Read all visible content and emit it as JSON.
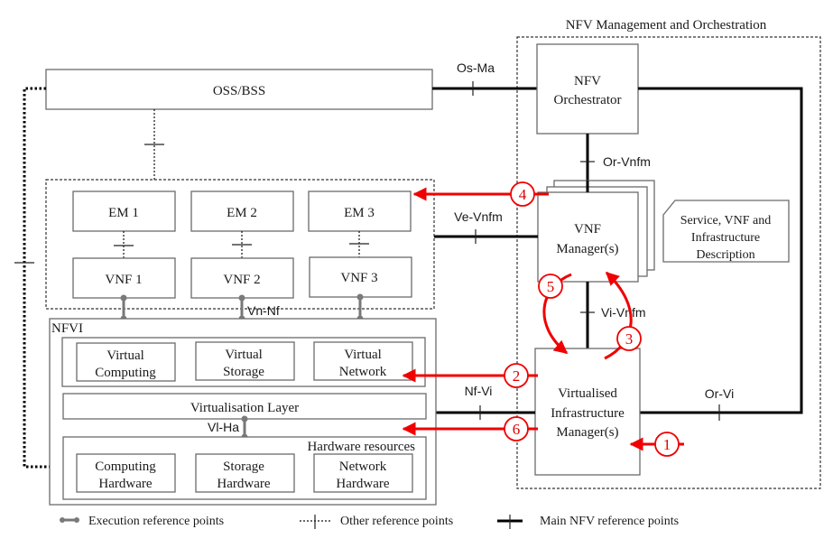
{
  "title": "NFV Management and Orchestration",
  "blocks": {
    "oss_bss": "OSS/BSS",
    "nfv_orchestrator": [
      "NFV",
      "Orchestrator"
    ],
    "vnf_manager": [
      "VNF",
      "Manager(s)"
    ],
    "vim": [
      "Virtualised",
      "Infrastructure",
      "Manager(s)"
    ],
    "descriptor": [
      "Service, VNF and",
      "Infrastructure",
      "Description"
    ],
    "em": [
      "EM 1",
      "EM 2",
      "EM 3"
    ],
    "vnf": [
      "VNF 1",
      "VNF 2",
      "VNF 3"
    ],
    "nfvi_label": "NFVI",
    "virtual_resources": [
      [
        "Virtual",
        "Computing"
      ],
      [
        "Virtual",
        "Storage"
      ],
      [
        "Virtual",
        "Network"
      ]
    ],
    "virtualisation_layer": "Virtualisation Layer",
    "hardware_resources_label": "Hardware resources",
    "hardware": [
      [
        "Computing",
        "Hardware"
      ],
      [
        "Storage",
        "Hardware"
      ],
      [
        "Network",
        "Hardware"
      ]
    ]
  },
  "reference_points": {
    "os_ma": "Os-Ma",
    "or_vnfm": "Or-Vnfm",
    "ve_vnfm": "Ve-Vnfm",
    "vi_vnfm": "Vi-Vnfm",
    "nf_vi": "Nf-Vi",
    "or_vi": "Or-Vi",
    "vn_nf": "Vn-Nf",
    "vi_ha": "Vl-Ha"
  },
  "steps": [
    "1",
    "2",
    "3",
    "4",
    "5",
    "6"
  ],
  "legend": {
    "execution": "Execution reference points",
    "other": "Other reference points",
    "main": "Main NFV reference points"
  },
  "colors": {
    "accent_red": "#f00000",
    "exec_gray": "#7a7a7a"
  }
}
